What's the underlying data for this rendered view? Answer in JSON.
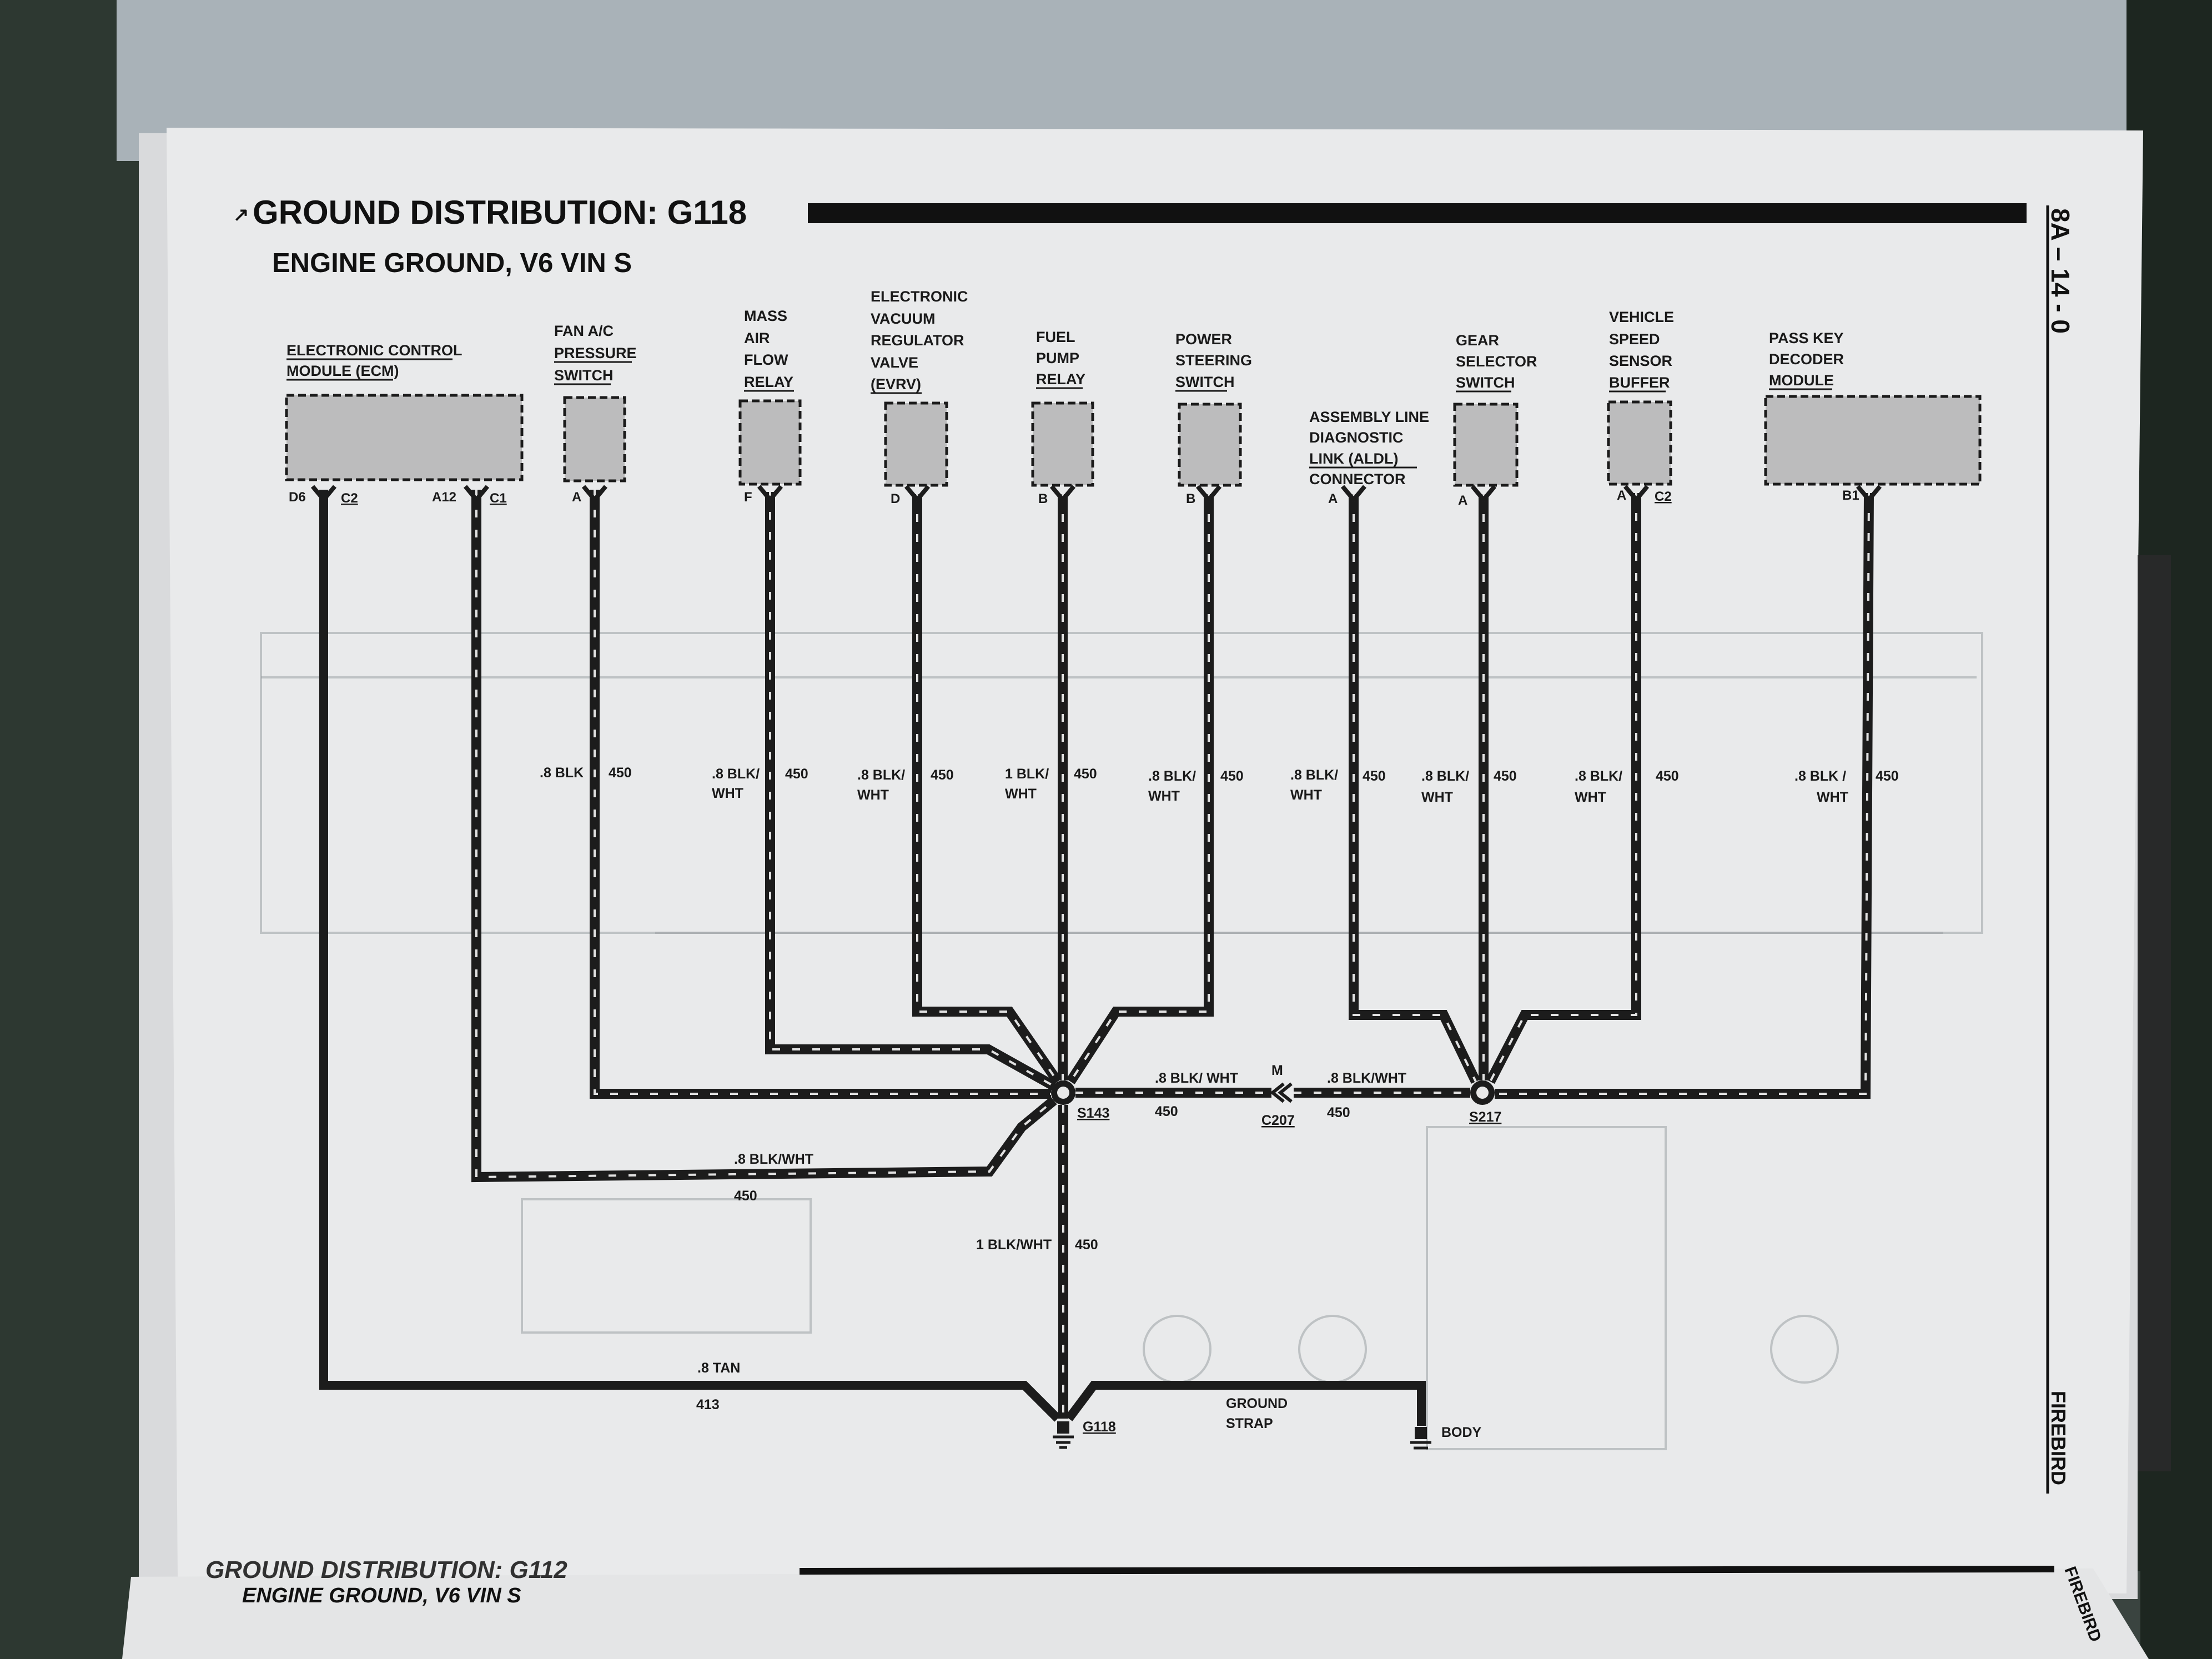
{
  "page": {
    "title": "GROUND DISTRIBUTION: G118",
    "subtitle": "ENGINE GROUND, V6 VIN S",
    "page_number": "8A – 14 - 0",
    "vehicle": "FIREBIRD"
  },
  "components": [
    {
      "lines": [
        "ELECTRONIC CONTROL",
        "MODULE (ECM)"
      ],
      "pins": [
        "D6",
        "C2",
        "A12",
        "C1"
      ]
    },
    {
      "lines": [
        "FAN A/C",
        "PRESSURE",
        "SWITCH"
      ],
      "pins": [
        "A"
      ]
    },
    {
      "lines": [
        "MASS",
        "AIR",
        "FLOW",
        "RELAY"
      ],
      "pins": [
        "F"
      ]
    },
    {
      "lines": [
        "ELECTRONIC",
        "VACUUM",
        "REGULATOR",
        "VALVE",
        "(EVRV)"
      ],
      "pins": [
        "D"
      ]
    },
    {
      "lines": [
        "FUEL",
        "PUMP",
        "RELAY"
      ],
      "pins": [
        "B"
      ]
    },
    {
      "lines": [
        "POWER",
        "STEERING",
        "SWITCH"
      ],
      "pins": [
        "B"
      ]
    },
    {
      "lines": [
        "ASSEMBLY LINE",
        "DIAGNOSTIC",
        "LINK (ALDL)",
        "CONNECTOR"
      ],
      "pins": [
        "A"
      ]
    },
    {
      "lines": [
        "GEAR",
        "SELECTOR",
        "SWITCH"
      ],
      "pins": [
        "A"
      ]
    },
    {
      "lines": [
        "VEHICLE",
        "SPEED",
        "SENSOR",
        "BUFFER"
      ],
      "pins": [
        "A",
        "C2"
      ]
    },
    {
      "lines": [
        "PASS KEY",
        "DECODER",
        "MODULE"
      ],
      "pins": [
        "B1"
      ]
    }
  ],
  "wire_labels": {
    "w1": [
      ".8 BLK",
      "450"
    ],
    "w2": [
      ".8 BLK/",
      "WHT",
      "450"
    ],
    "w3": [
      ".8 BLK/",
      "WHT",
      "450"
    ],
    "w4": [
      "1 BLK/",
      "WHT",
      "450"
    ],
    "w5": [
      ".8 BLK/",
      "WHT",
      "450"
    ],
    "w6": [
      ".8 BLK/",
      "WHT",
      "450"
    ],
    "w7": [
      ".8 BLK/",
      "WHT",
      "450"
    ],
    "w8": [
      ".8 BLK/",
      "WHT",
      "450"
    ],
    "w9": [
      ".8 BLK /",
      "WHT",
      "450"
    ],
    "ecm_c1": [
      ".8 BLK/WHT",
      "450"
    ],
    "trunk": [
      "1 BLK/WHT",
      "450"
    ],
    "s143_c207": [
      ".8 BLK/ WHT",
      "450"
    ],
    "c207_s217": [
      ".8 BLK/WHT",
      "450"
    ],
    "tan": [
      ".8 TAN",
      "413"
    ]
  },
  "splices": {
    "s143": "S143",
    "s217": "S217",
    "c207_letter": "M",
    "c207": "C207"
  },
  "grounds": {
    "g118": "G118",
    "strap": [
      "GROUND",
      "STRAP"
    ],
    "body": "BODY"
  },
  "next_page": {
    "title": "GROUND DISTRIBUTION: G112",
    "subtitle": "ENGINE GROUND, V6 VIN S",
    "vehicle": "FIREBIRD"
  },
  "colors": {
    "ink": "#1c1c1c",
    "paper": "#e6e7e8",
    "component_fill": "#bcbcbd",
    "background": "#2f3a33"
  }
}
